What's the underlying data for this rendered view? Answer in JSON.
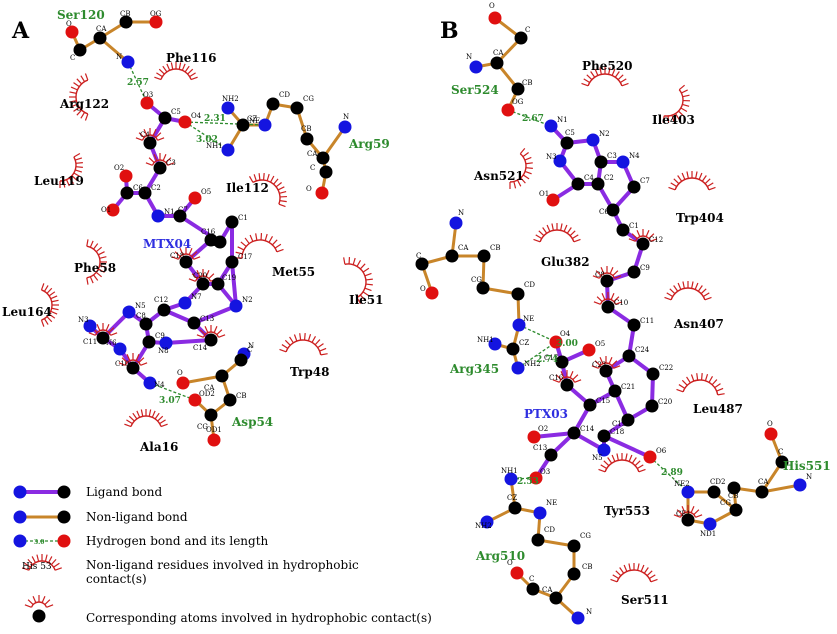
{
  "panels": [
    {
      "letter": "A",
      "ligand": "MTX04",
      "hbond_residues": [
        "Ser120",
        "Arg59",
        "Asp54"
      ],
      "hydrophobic_residues": [
        "Phe116",
        "Arg122",
        "Leu119",
        "Ile112",
        "Phe58",
        "Met55",
        "Leu164",
        "Ile51",
        "Trp48",
        "Ala16"
      ],
      "hbond_distances": [
        "2.57",
        "2.31",
        "3.02",
        "3.07"
      ],
      "ligand_atoms": [
        "O3",
        "C5",
        "O4",
        "C4",
        "C3",
        "O2",
        "C6",
        "C2",
        "O1",
        "N1",
        "C7",
        "O5",
        "C1",
        "C16",
        "C15",
        "C18",
        "C17",
        "C20",
        "C19",
        "N7",
        "N2",
        "C12",
        "C8",
        "C13",
        "C14",
        "C10",
        "N8",
        "N6",
        "N5",
        "C9",
        "C11",
        "N4",
        "N3"
      ],
      "residue_atoms": [
        "CB",
        "OG",
        "CA",
        "C",
        "O",
        "N",
        "NH2",
        "CZ",
        "NE",
        "NH1",
        "CD",
        "CG",
        "CB",
        "CA",
        "N",
        "C",
        "O",
        "N",
        "CA",
        "C",
        "O",
        "CB",
        "CG",
        "OD2",
        "OD1"
      ]
    },
    {
      "letter": "B",
      "ligand": "PTX03",
      "hbond_residues": [
        "Ser524",
        "Arg345",
        "Arg510",
        "His551"
      ],
      "hydrophobic_residues": [
        "Phe520",
        "Ile403",
        "Asn521",
        "Trp404",
        "Glu382",
        "Asn407",
        "Leu487",
        "Tyr553",
        "Ser511"
      ],
      "hbond_distances": [
        "2.67",
        "3.00",
        "2.74",
        "2.53",
        "2.89"
      ],
      "ligand_atoms": [
        "N1",
        "C5",
        "N2",
        "N3",
        "C3",
        "N4",
        "C4",
        "C2",
        "C7",
        "O1",
        "C6",
        "C1",
        "C12",
        "C9",
        "C8",
        "C10",
        "C11",
        "C24",
        "C22",
        "C23",
        "C21",
        "C20",
        "C19",
        "C15",
        "C16",
        "C17",
        "C18",
        "O4",
        "O5",
        "C14",
        "O2",
        "C13",
        "O3",
        "N5",
        "O6"
      ],
      "residue_atoms": [
        "O",
        "C",
        "CA",
        "N",
        "CB",
        "OG",
        "N",
        "CA",
        "CB",
        "C",
        "O",
        "CG",
        "CD",
        "NE",
        "CZ",
        "NH1",
        "NH2",
        "CD",
        "CG",
        "CB",
        "CA",
        "C",
        "O",
        "N",
        "NE",
        "CZ",
        "NH1",
        "NH2",
        "CB",
        "CG",
        "CD2",
        "NE2",
        "CE1",
        "ND1",
        "CA",
        "C",
        "O",
        "N"
      ]
    }
  ],
  "legend": {
    "ligand_bond": "Ligand bond",
    "nonligand_bond": "Non-ligand bond",
    "hbond": "Hydrogen bond and its length",
    "hbond_sample": "3.0",
    "hydrophobic_res": "Non-ligand residues involved in hydrophobic contact(s)",
    "hydrophobic_res_sample": "His 53",
    "hydrophobic_atoms": "Corresponding atoms involved in hydrophobic contact(s)"
  },
  "colors": {
    "ligand_bond": "#8a2be2",
    "nonligand_bond": "#c8852a",
    "carbon": "#000000",
    "nitrogen": "#1414e0",
    "oxygen": "#e01010",
    "hbond": "#2e8b2e",
    "hydrophobic": "#cc2020",
    "residue_green": "#2e8b2e",
    "ligand_label": "#2f2fe0"
  }
}
